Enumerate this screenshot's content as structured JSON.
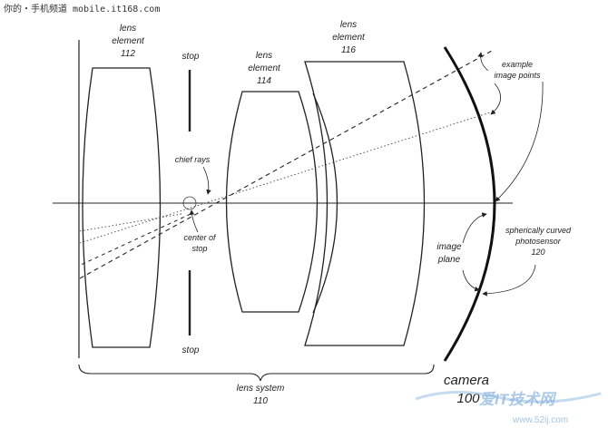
{
  "header": {
    "source_text": "你的・手机频道 mobile.it168.com"
  },
  "labels": {
    "lens112_a": "lens",
    "lens112_b": "element",
    "lens112_c": "112",
    "lens114_a": "lens",
    "lens114_b": "element",
    "lens114_c": "114",
    "lens116_a": "lens",
    "lens116_b": "element",
    "lens116_c": "116",
    "stop_top": "stop",
    "stop_bottom": "stop",
    "chief_rays": "chief rays",
    "center_a": "center of",
    "center_b": "stop",
    "example_a": "example",
    "example_b": "image points",
    "image_plane_a": "image",
    "image_plane_b": "plane",
    "sensor_a": "spherically curved",
    "sensor_b": "photosensor",
    "sensor_c": "120",
    "lens_system_a": "lens system",
    "lens_system_b": "110",
    "camera_a": "camera",
    "camera_b": "100"
  },
  "watermark": {
    "brand": "爱IT技术网",
    "url": "www.52ij.com"
  }
}
